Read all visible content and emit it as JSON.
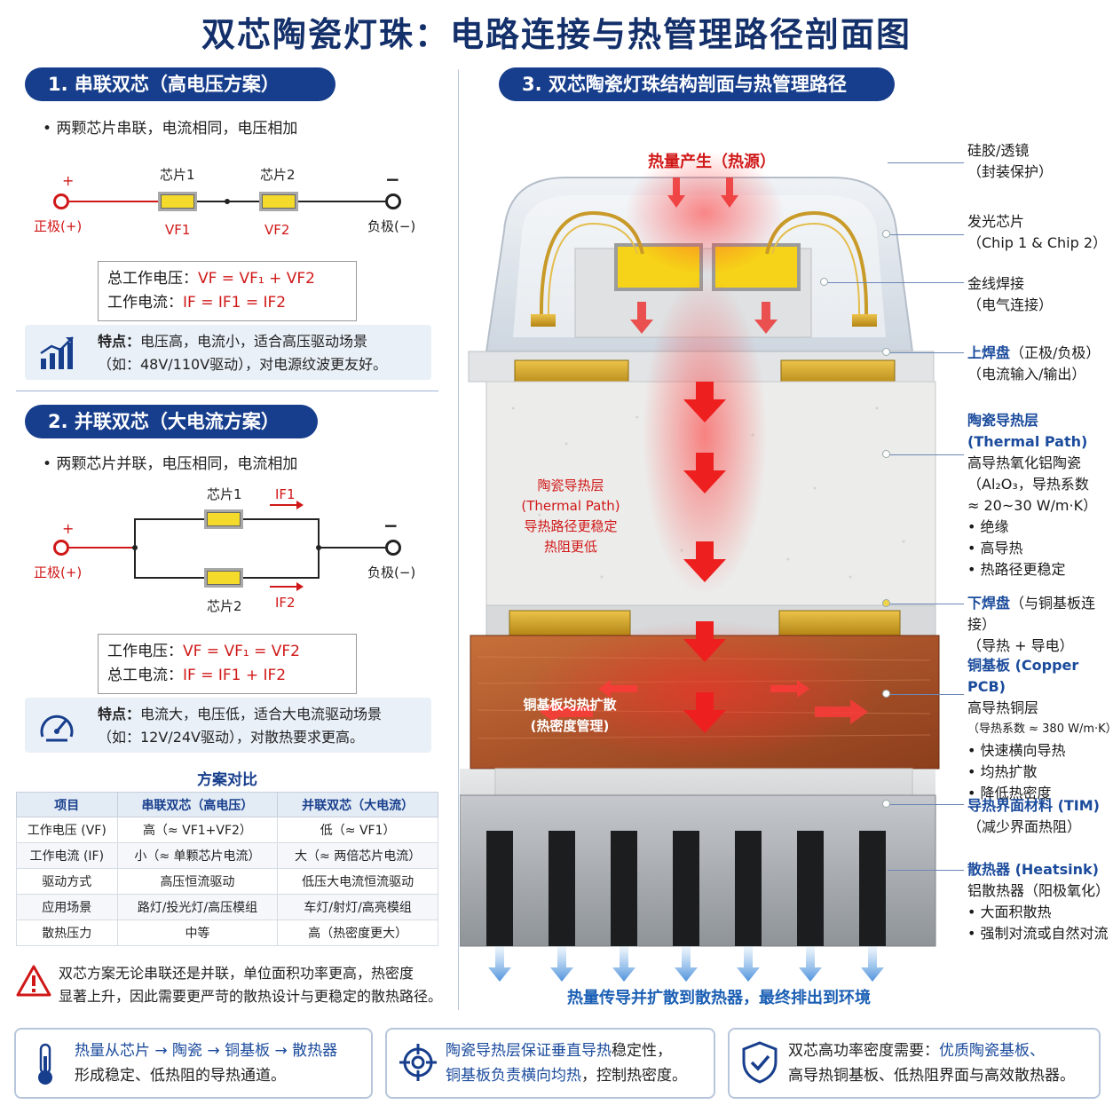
{
  "title": "双芯陶瓷灯珠：电路连接与热管理路径剖面图",
  "series_section": {
    "heading": "1. 串联双芯（高电压方案）",
    "bullet": "• 两颗芯片串联，电流相同，电压相加",
    "chip1": "芯片1",
    "chip2": "芯片2",
    "vf1": "VF1",
    "vf2": "VF2",
    "positive": "正极(+)",
    "negative": "负极(−)",
    "formula_line1_label": "总工作电压：",
    "formula_line1_value": "VF = VF₁ + VF2",
    "formula_line2_label": "工作电流：",
    "formula_line2_value": "IF = IF1 = IF2",
    "feature_bold": "特点：",
    "feature_text1": "电压高，电流小，适合高压驱动场景",
    "feature_text2": "（如：48V/110V驱动），对电源纹波更友好。"
  },
  "parallel_section": {
    "heading": "2. 并联双芯（大电流方案）",
    "bullet": "• 两颗芯片并联，电压相同，电流相加",
    "chip1": "芯片1",
    "chip2": "芯片2",
    "if1": "IF1",
    "if2": "IF2",
    "positive": "正极(+)",
    "negative": "负极(−)",
    "formula_line1_label": "工作电压：",
    "formula_line1_value": "VF = VF₁ = VF2",
    "formula_line2_label": "总工电流：",
    "formula_line2_value": "IF = IF1 + IF2",
    "feature_bold": "特点：",
    "feature_text1": "电流大，电压低，适合大电流驱动场景",
    "feature_text2": "（如：12V/24V驱动），对散热要求更高。"
  },
  "comparison": {
    "title": "方案对比",
    "headers": [
      "项目",
      "串联双芯（高电压）",
      "并联双芯（大电流）"
    ],
    "rows": [
      [
        "工作电压 (VF)",
        "高（≈ VF1+VF2）",
        "低（≈ VF1）"
      ],
      [
        "工作电流 (IF)",
        "小（≈ 单颗芯片电流）",
        "大（≈ 两倍芯片电流）"
      ],
      [
        "驱动方式",
        "高压恒流驱动",
        "低压大电流恒流驱动"
      ],
      [
        "应用场景",
        "路灯/投光灯/高压模组",
        "车灯/射灯/高亮模组"
      ],
      [
        "散热压力",
        "中等",
        "高（热密度更大）"
      ]
    ]
  },
  "warning": {
    "line1": "双芯方案无论串联还是并联，单位面积功率更高，热密度",
    "line2": "显著上升，因此需要更严苛的散热设计与更稳定的散热路径。"
  },
  "structure_section": {
    "heading": "3. 双芯陶瓷灯珠结构剖面与热管理路径",
    "heat_source": "热量产生（热源）",
    "ceramic_inner1": "陶瓷导热层",
    "ceramic_inner2": "(Thermal Path)",
    "ceramic_inner3": "导热路径更稳定",
    "ceramic_inner4": "热阻更低",
    "copper_inner1": "铜基板均热扩散",
    "copper_inner2": "(热密度管理)",
    "bottom_caption": "热量传导并扩散到散热器，最终排出到环境"
  },
  "labels": {
    "silicone_1": "硅胶/透镜",
    "silicone_2": "（封装保护）",
    "chip_1": "发光芯片",
    "chip_2": "（Chip 1 & Chip 2）",
    "gold_1": "金线焊接",
    "gold_2": "（电气连接）",
    "top_pad_1": "上焊盘",
    "top_pad_1b": "（正极/负极）",
    "top_pad_2": "（电流输入/输出）",
    "ceramic_1": "陶瓷导热层",
    "ceramic_2": "(Thermal Path)",
    "ceramic_3": "高导热氧化铝陶瓷",
    "ceramic_4": "（Al₂O₃，导热系数",
    "ceramic_5": "≈ 20~30 W/m·K）",
    "ceramic_b1": "• 绝缘",
    "ceramic_b2": "• 高导热",
    "ceramic_b3": "• 热路径更稳定",
    "bottom_pad_1": "下焊盘",
    "bottom_pad_1b": "（与铜基板连接）",
    "bottom_pad_2": "（导热 + 导电）",
    "copper_1": "铜基板 (Copper PCB)",
    "copper_2": "高导热铜层",
    "copper_3": "（导热系数 ≈ 380 W/m·K）",
    "copper_b1": "• 快速横向导热",
    "copper_b2": "• 均热扩散",
    "copper_b3": "• 降低热密度",
    "tim_1": "导热界面材料 (TIM)",
    "tim_2": "（减少界面热阻）",
    "heatsink_1": "散热器 (Heatsink)",
    "heatsink_2": "铝散热器（阳极氧化）",
    "heatsink_b1": "• 大面积散热",
    "heatsink_b2": "• 强制对流或自然对流"
  },
  "footer": {
    "card1_line1": "热量从芯片 → 陶瓷 → 铜基板 → 散热器",
    "card1_line2": "形成稳定、低热阻的导热通道。",
    "card2_line1a": "陶瓷导热层保证垂直导热",
    "card2_line1b": "稳定性，",
    "card2_line2a": "铜基板负责横向均热",
    "card2_line2b": "，控制热密度。",
    "card3_line1a": "双芯高功率密度需要：",
    "card3_line1b": "优质陶瓷基板、",
    "card3_line2": "高导热铜基板、低热阻界面与高效散热器。"
  },
  "colors": {
    "navy": "#173e8c",
    "red": "#d01818",
    "gold": "#d8a820",
    "copper": "#b85a2a"
  }
}
